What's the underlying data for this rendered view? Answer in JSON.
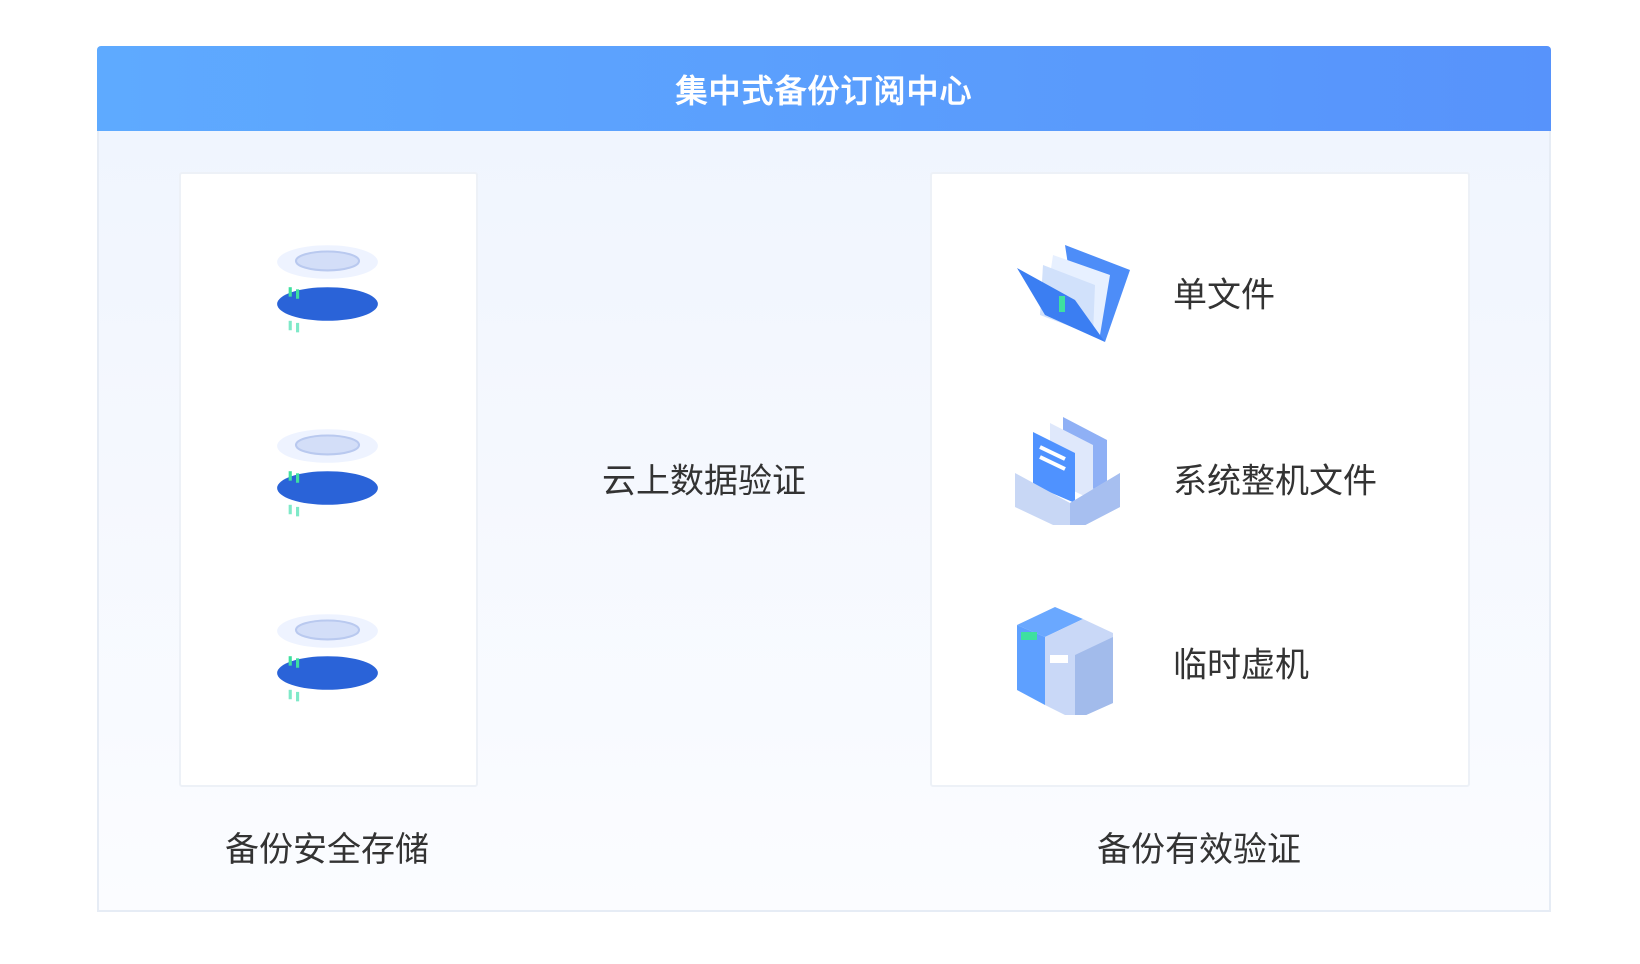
{
  "title": "集中式备份订阅中心",
  "left": {
    "caption": "备份安全存储",
    "items": [
      {
        "icon": "database-icon"
      },
      {
        "icon": "database-icon"
      },
      {
        "icon": "database-icon"
      }
    ]
  },
  "flow": {
    "label": "云上数据验证"
  },
  "right": {
    "caption": "备份有效验证",
    "items": [
      {
        "icon": "folder-icon",
        "label": "单文件"
      },
      {
        "icon": "file-box-icon",
        "label": "系统整机文件"
      },
      {
        "icon": "server-icon",
        "label": "临时虚机"
      }
    ]
  },
  "colors": {
    "header_start": "#5eaaff",
    "header_end": "#5793fb",
    "accent": "#3c82f6",
    "green": "#3ee0a0"
  }
}
